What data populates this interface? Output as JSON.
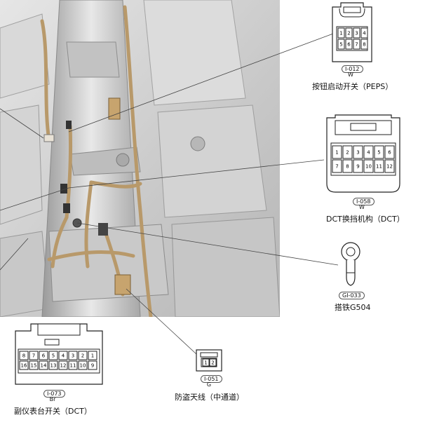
{
  "connectors": [
    {
      "id": "I-012",
      "code": "I-012",
      "color": "W",
      "title": "按钮启动开关（PEPS）",
      "pins": [
        "1",
        "2",
        "3",
        "4",
        "5",
        "6",
        "7",
        "8"
      ]
    },
    {
      "id": "I-058",
      "code": "I-058",
      "color": "W",
      "title": "DCT换挡机构（DCT）",
      "pins": [
        "1",
        "2",
        "3",
        "4",
        "5",
        "6",
        "7",
        "8",
        "9",
        "10",
        "11",
        "12"
      ]
    },
    {
      "id": "GI-033",
      "code": "GI-033",
      "color": "",
      "title": "搭铁G504",
      "pins": []
    },
    {
      "id": "I-051",
      "code": "I-051",
      "color": "G",
      "title": "防盗天线（中通道）",
      "pins": [
        "1",
        "2"
      ]
    },
    {
      "id": "I-073",
      "code": "I-073",
      "color": "Br",
      "title": "副仪表台开关（DCT）",
      "pins": [
        "8",
        "7",
        "6",
        "5",
        "4",
        "3",
        "2",
        "1",
        "16",
        "15",
        "14",
        "13",
        "12",
        "11",
        "10",
        "9"
      ]
    }
  ]
}
